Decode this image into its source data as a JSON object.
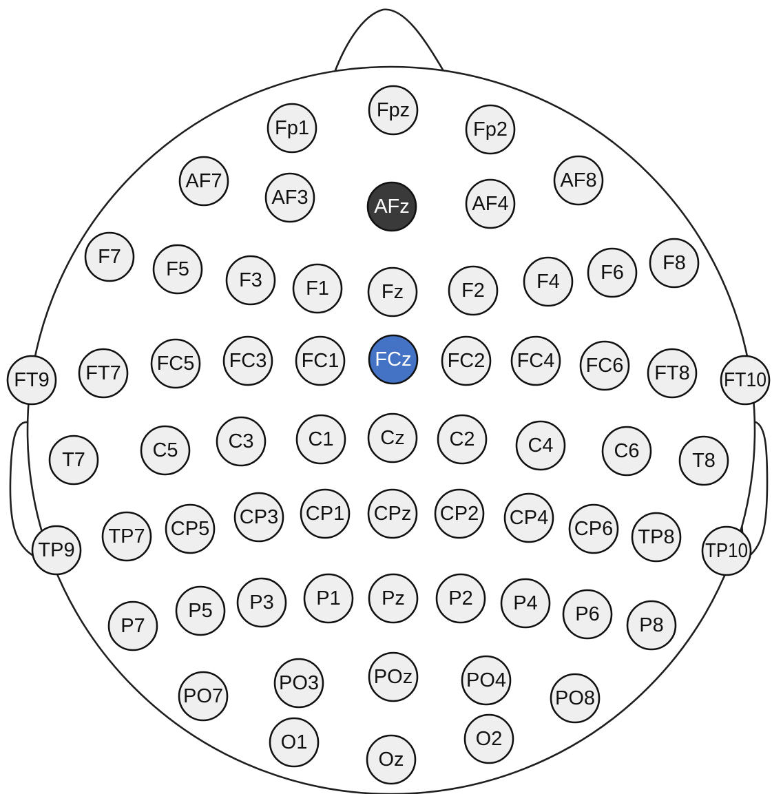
{
  "colors": {
    "default_fill": "#efefef",
    "default_text": "#111111",
    "ground_fill": "#3a3a3a",
    "reference_fill": "#4472c4",
    "highlight_text": "#ffffff"
  },
  "electrodes": [
    {
      "label": "Fpz",
      "role": "default"
    },
    {
      "label": "Fp1",
      "role": "default"
    },
    {
      "label": "Fp2",
      "role": "default"
    },
    {
      "label": "AF7",
      "role": "default"
    },
    {
      "label": "AF3",
      "role": "default"
    },
    {
      "label": "AFz",
      "role": "ground"
    },
    {
      "label": "AF4",
      "role": "default"
    },
    {
      "label": "AF8",
      "role": "default"
    },
    {
      "label": "F7",
      "role": "default"
    },
    {
      "label": "F5",
      "role": "default"
    },
    {
      "label": "F3",
      "role": "default"
    },
    {
      "label": "F1",
      "role": "default"
    },
    {
      "label": "Fz",
      "role": "default"
    },
    {
      "label": "F2",
      "role": "default"
    },
    {
      "label": "F4",
      "role": "default"
    },
    {
      "label": "F6",
      "role": "default"
    },
    {
      "label": "F8",
      "role": "default"
    },
    {
      "label": "FT9",
      "role": "default"
    },
    {
      "label": "FT7",
      "role": "default"
    },
    {
      "label": "FC5",
      "role": "default"
    },
    {
      "label": "FC3",
      "role": "default"
    },
    {
      "label": "FC1",
      "role": "default"
    },
    {
      "label": "FCz",
      "role": "reference"
    },
    {
      "label": "FC2",
      "role": "default"
    },
    {
      "label": "FC4",
      "role": "default"
    },
    {
      "label": "FC6",
      "role": "default"
    },
    {
      "label": "FT8",
      "role": "default"
    },
    {
      "label": "FT10",
      "role": "default"
    },
    {
      "label": "T7",
      "role": "default"
    },
    {
      "label": "C5",
      "role": "default"
    },
    {
      "label": "C3",
      "role": "default"
    },
    {
      "label": "C1",
      "role": "default"
    },
    {
      "label": "Cz",
      "role": "default"
    },
    {
      "label": "C2",
      "role": "default"
    },
    {
      "label": "C4",
      "role": "default"
    },
    {
      "label": "C6",
      "role": "default"
    },
    {
      "label": "T8",
      "role": "default"
    },
    {
      "label": "TP9",
      "role": "default"
    },
    {
      "label": "TP7",
      "role": "default"
    },
    {
      "label": "CP5",
      "role": "default"
    },
    {
      "label": "CP3",
      "role": "default"
    },
    {
      "label": "CP1",
      "role": "default"
    },
    {
      "label": "CPz",
      "role": "default"
    },
    {
      "label": "CP2",
      "role": "default"
    },
    {
      "label": "CP4",
      "role": "default"
    },
    {
      "label": "CP6",
      "role": "default"
    },
    {
      "label": "TP8",
      "role": "default"
    },
    {
      "label": "TP10",
      "role": "default"
    },
    {
      "label": "P7",
      "role": "default"
    },
    {
      "label": "P5",
      "role": "default"
    },
    {
      "label": "P3",
      "role": "default"
    },
    {
      "label": "P1",
      "role": "default"
    },
    {
      "label": "Pz",
      "role": "default"
    },
    {
      "label": "P2",
      "role": "default"
    },
    {
      "label": "P4",
      "role": "default"
    },
    {
      "label": "P6",
      "role": "default"
    },
    {
      "label": "P8",
      "role": "default"
    },
    {
      "label": "PO7",
      "role": "default"
    },
    {
      "label": "PO3",
      "role": "default"
    },
    {
      "label": "POz",
      "role": "default"
    },
    {
      "label": "PO4",
      "role": "default"
    },
    {
      "label": "PO8",
      "role": "default"
    },
    {
      "label": "O1",
      "role": "default"
    },
    {
      "label": "Oz",
      "role": "default"
    },
    {
      "label": "O2",
      "role": "default"
    }
  ]
}
